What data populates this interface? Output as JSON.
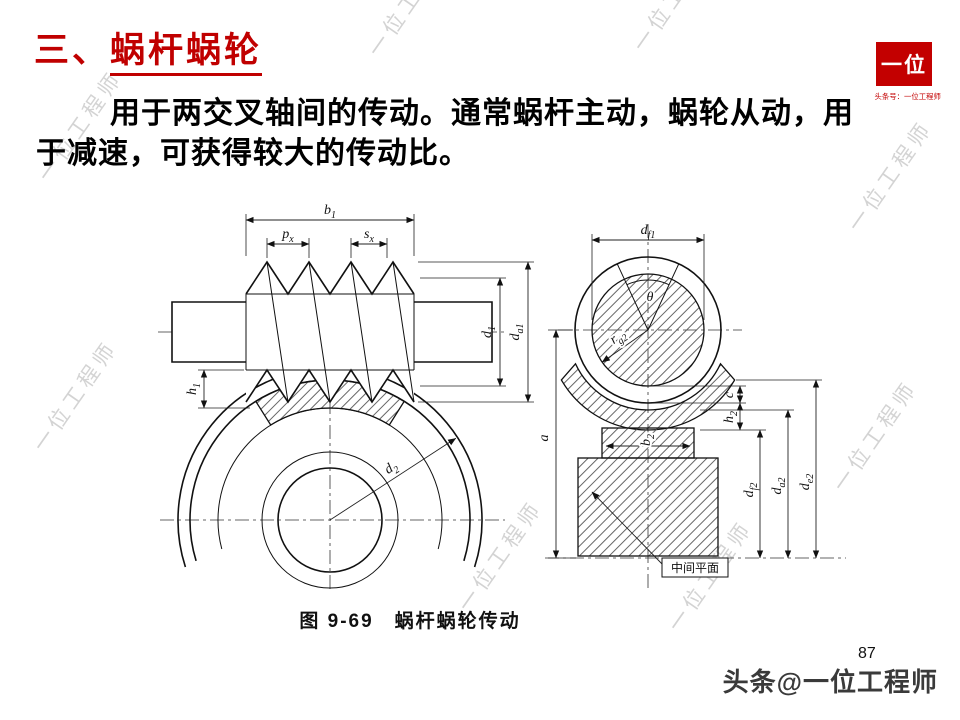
{
  "colors": {
    "title_red": "#c00000",
    "logo_red": "#c30000",
    "footer_gray": "#3a3a3a"
  },
  "slide": {
    "title_prefix": "三、",
    "title_main": "蜗杆蜗轮",
    "body_lines": {
      "l1": "用于两交叉轴间的传动。通常蜗杆主动，蜗轮从动，用",
      "l2": "于减速，可获得较大的传动比。"
    },
    "caption": "图 9-69　蜗杆蜗轮传动",
    "page_number": "87",
    "footer_credit": "头条@一位工程师"
  },
  "logo": {
    "box_text": "一位",
    "caption": "头条号：一位工程师"
  },
  "watermark": {
    "text": "一位工程师"
  },
  "figure": {
    "labels": {
      "b1": {
        "base": "b",
        "sub": "1"
      },
      "px": {
        "base": "p",
        "sub": "x"
      },
      "sx": {
        "base": "s",
        "sub": "x"
      },
      "d1": {
        "base": "d",
        "sub": "1"
      },
      "da1": {
        "base": "d",
        "sub": "a1"
      },
      "h1": {
        "base": "h",
        "sub": "1"
      },
      "d2": {
        "base": "d",
        "sub": "2"
      },
      "df1": {
        "base": "d",
        "sub": "f1"
      },
      "theta": {
        "base": "θ",
        "sub": ""
      },
      "rg2": {
        "base": "r",
        "sub": "g2"
      },
      "a": {
        "base": "a",
        "sub": ""
      },
      "b2": {
        "base": "b",
        "sub": "2"
      },
      "c": {
        "base": "c",
        "sub": ""
      },
      "h2": {
        "base": "h",
        "sub": "2"
      },
      "df2": {
        "base": "d",
        "sub": "f2"
      },
      "da2": {
        "base": "d",
        "sub": "a2"
      },
      "de2": {
        "base": "d",
        "sub": "e2"
      },
      "mid_plane": "中间平面"
    }
  }
}
